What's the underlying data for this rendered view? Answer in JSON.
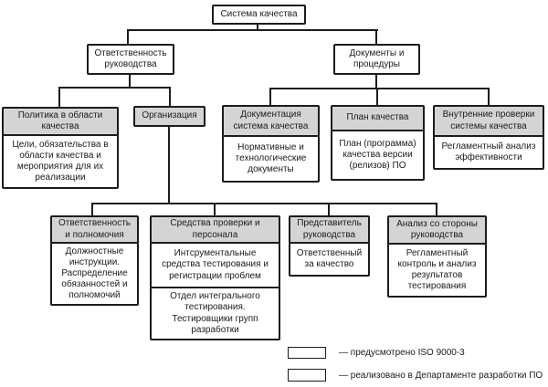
{
  "diagram": {
    "root": {
      "title": "Система качества"
    },
    "level2": {
      "management": "Ответственность руководства",
      "documents": "Документы и процедуры"
    },
    "nodes": {
      "policy": {
        "header": "Политика в области качества",
        "body": "Цели, обязательства в области качества и мероприятия для их реализации"
      },
      "organization": {
        "header": "Организация"
      },
      "documentation": {
        "header": "Документация система качества",
        "body": "Нормативные и технологические документы"
      },
      "quality_plan": {
        "header": "План качества",
        "body": "План (программа) качества версии (релизов) ПО"
      },
      "internal_checks": {
        "header": "Внутренние проверки системы качества",
        "body": "Регламентный анализ эффективности"
      },
      "responsibility": {
        "header": "Ответственность и полномочия",
        "body": "Должностные инструкции. Распределение обязанностей и полномочий"
      },
      "verification": {
        "header": "Средства проверки и персонала",
        "body1": "Интсрументальные средства тестирования и регистрации проблем",
        "body2": "Отдел интегрального тестирования. Тестировщики групп разработки"
      },
      "representative": {
        "header": "Представитель руководства",
        "body": "Ответственный за качество"
      },
      "analysis": {
        "header": "Анализ со стороны руководства",
        "body": "Регламентный контроль и анализ результатов тестирования"
      }
    },
    "legend": {
      "gray_label": "— предусмотрено ISO 9000-3",
      "white_label": "— реализовано в Департаменте разработки ПО"
    },
    "colors": {
      "gray_fill": "#d4d4d4",
      "white_fill": "#ffffff",
      "line": "#1c1c1c"
    }
  }
}
